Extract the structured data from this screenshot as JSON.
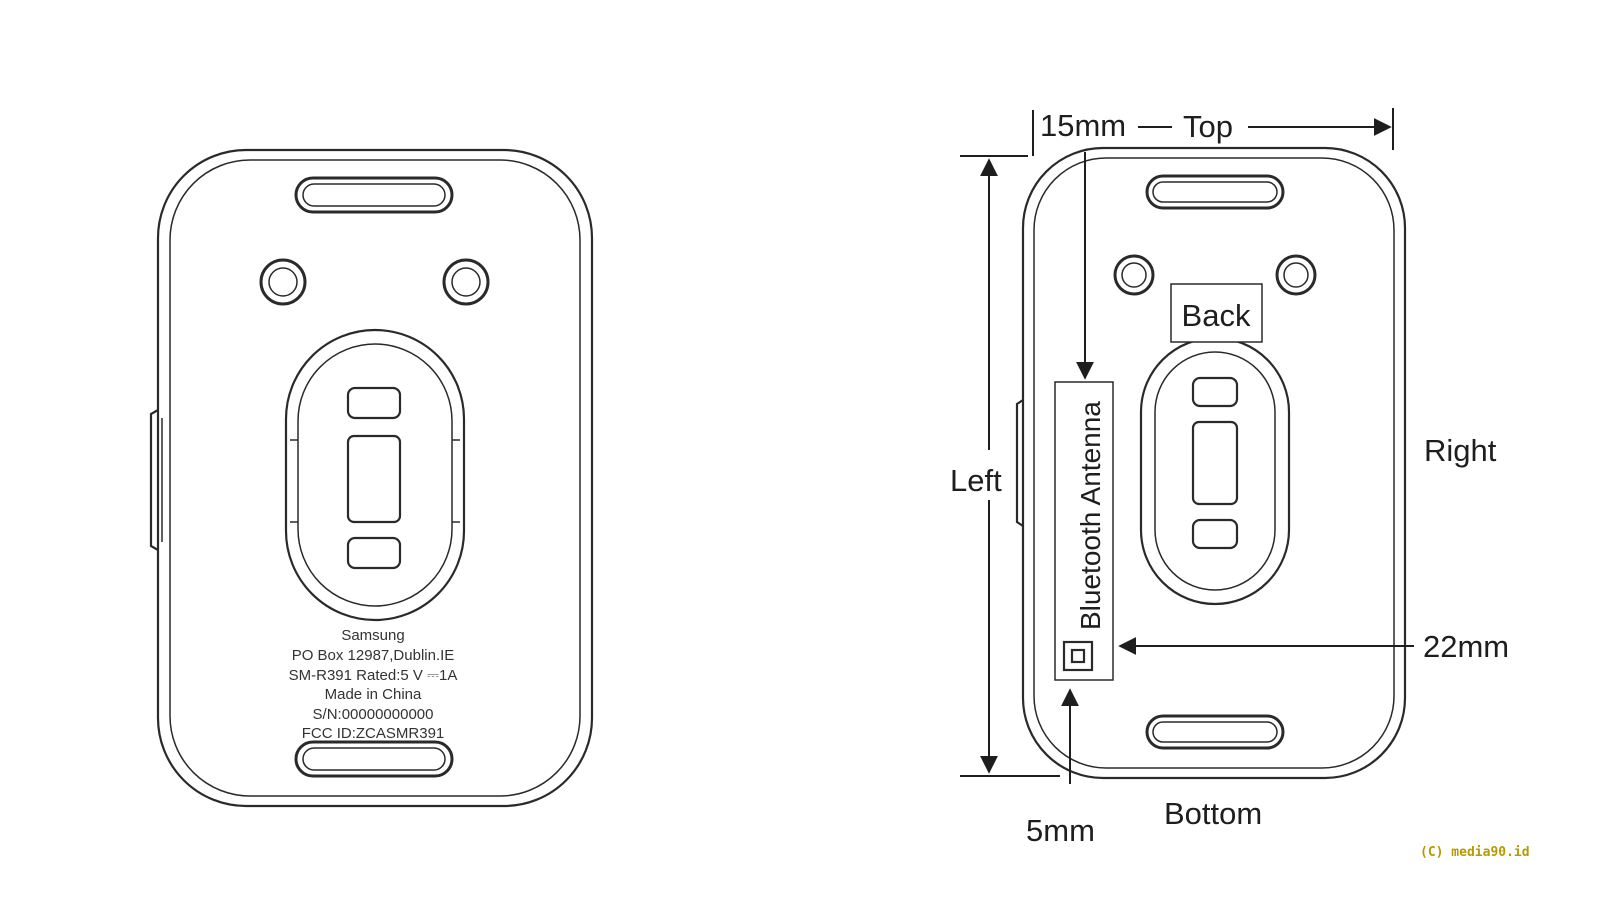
{
  "left_device": {
    "label_lines": [
      "Samsung",
      "PO Box 12987,Dublin.IE",
      "SM-R391 Rated:5 V ⎓1A",
      "Made in China",
      "S/N:00000000000",
      "FCC ID:ZCASMR391"
    ]
  },
  "right_device": {
    "labels": {
      "top": "Top",
      "bottom": "Bottom",
      "left": "Left",
      "right": "Right",
      "back": "Back",
      "antenna": "Bluetooth Antenna"
    },
    "dimensions": {
      "top_offset": "15mm",
      "right_offset": "22mm",
      "bottom_offset": "5mm"
    }
  },
  "watermark": "(C) media90.id"
}
